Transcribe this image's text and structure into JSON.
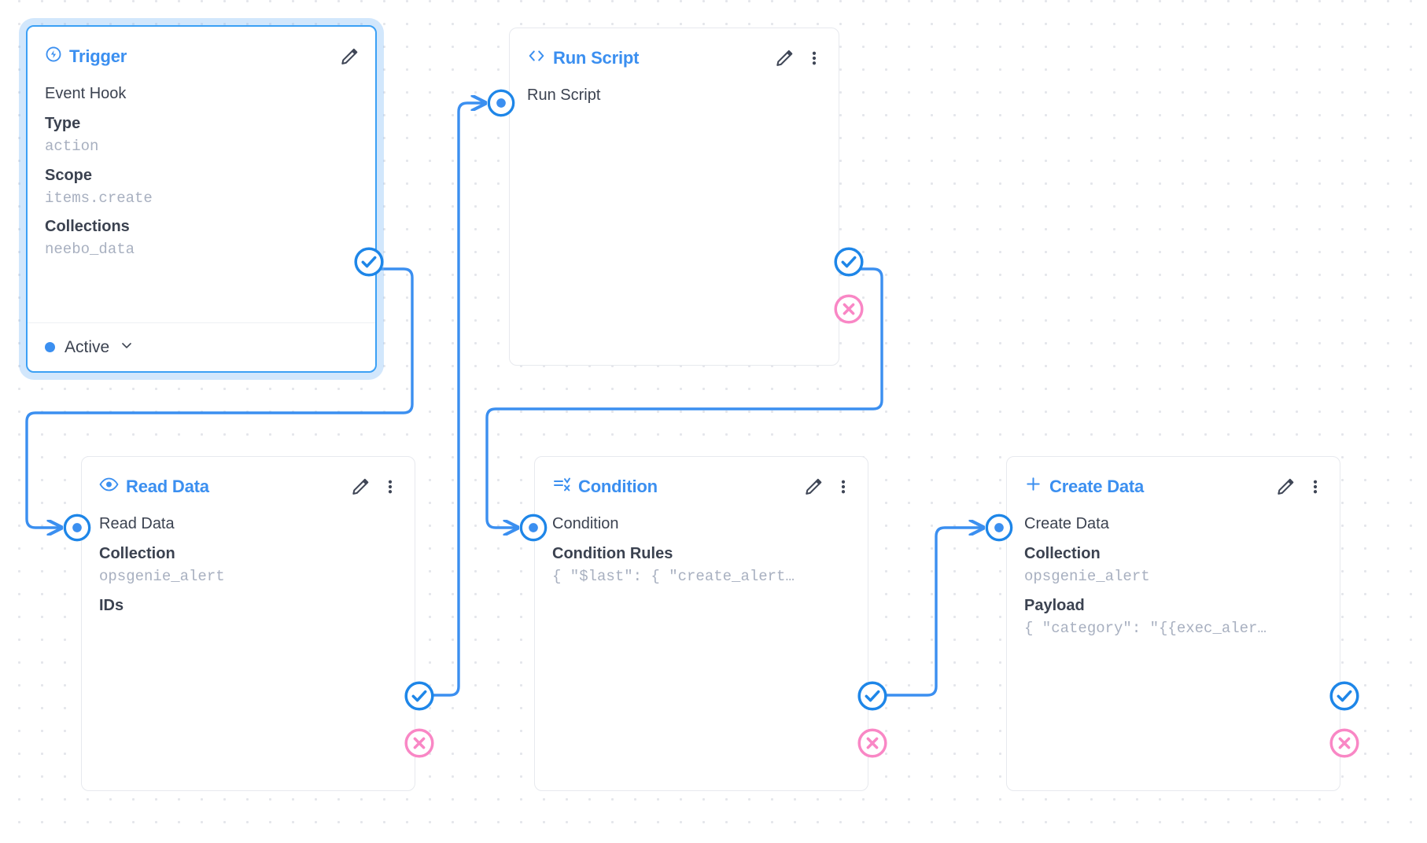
{
  "canvas": {
    "background": "#ffffff",
    "dot_color": "#e4e6eb",
    "accent": "#3b8ff0",
    "reject_color": "#f987c5",
    "edge_color": "#3b8ff0"
  },
  "nodes": [
    {
      "id": "trigger",
      "title": "Trigger",
      "icon": "trigger-bolt-icon",
      "selected": true,
      "has_menu": false,
      "has_edit": true,
      "main": "Event Hook",
      "fields": [
        {
          "label": "Type",
          "value": "action"
        },
        {
          "label": "Scope",
          "value": "items.create"
        },
        {
          "label": "Collections",
          "value": "neebo_data"
        }
      ],
      "footer": {
        "status": "Active",
        "chevron": "chevron-down-icon"
      }
    },
    {
      "id": "run-script",
      "title": "Run Script",
      "icon": "code-brackets-icon",
      "selected": false,
      "has_menu": true,
      "has_edit": true,
      "main": "Run Script",
      "fields": []
    },
    {
      "id": "read-data",
      "title": "Read Data",
      "icon": "eye-icon",
      "selected": false,
      "has_menu": true,
      "has_edit": true,
      "main": "Read Data",
      "fields": [
        {
          "label": "Collection",
          "value": "opsgenie_alert"
        },
        {
          "label": "IDs",
          "value": ""
        }
      ]
    },
    {
      "id": "condition",
      "title": "Condition",
      "icon": "condition-filter-icon",
      "selected": false,
      "has_menu": true,
      "has_edit": true,
      "main": "Condition",
      "fields": [
        {
          "label": "Condition Rules",
          "value": "{ \"$last\": { \"create_alert…"
        }
      ]
    },
    {
      "id": "create-data",
      "title": "Create Data",
      "icon": "plus-icon",
      "selected": false,
      "has_menu": true,
      "has_edit": true,
      "main": "Create Data",
      "fields": [
        {
          "label": "Collection",
          "value": "opsgenie_alert"
        },
        {
          "label": "Payload",
          "value": "{ \"category\": \"{{exec_aler…"
        }
      ]
    }
  ],
  "ports": {
    "resolve_label": "resolve-port",
    "reject_label": "reject-port",
    "input_label": "input-port"
  }
}
